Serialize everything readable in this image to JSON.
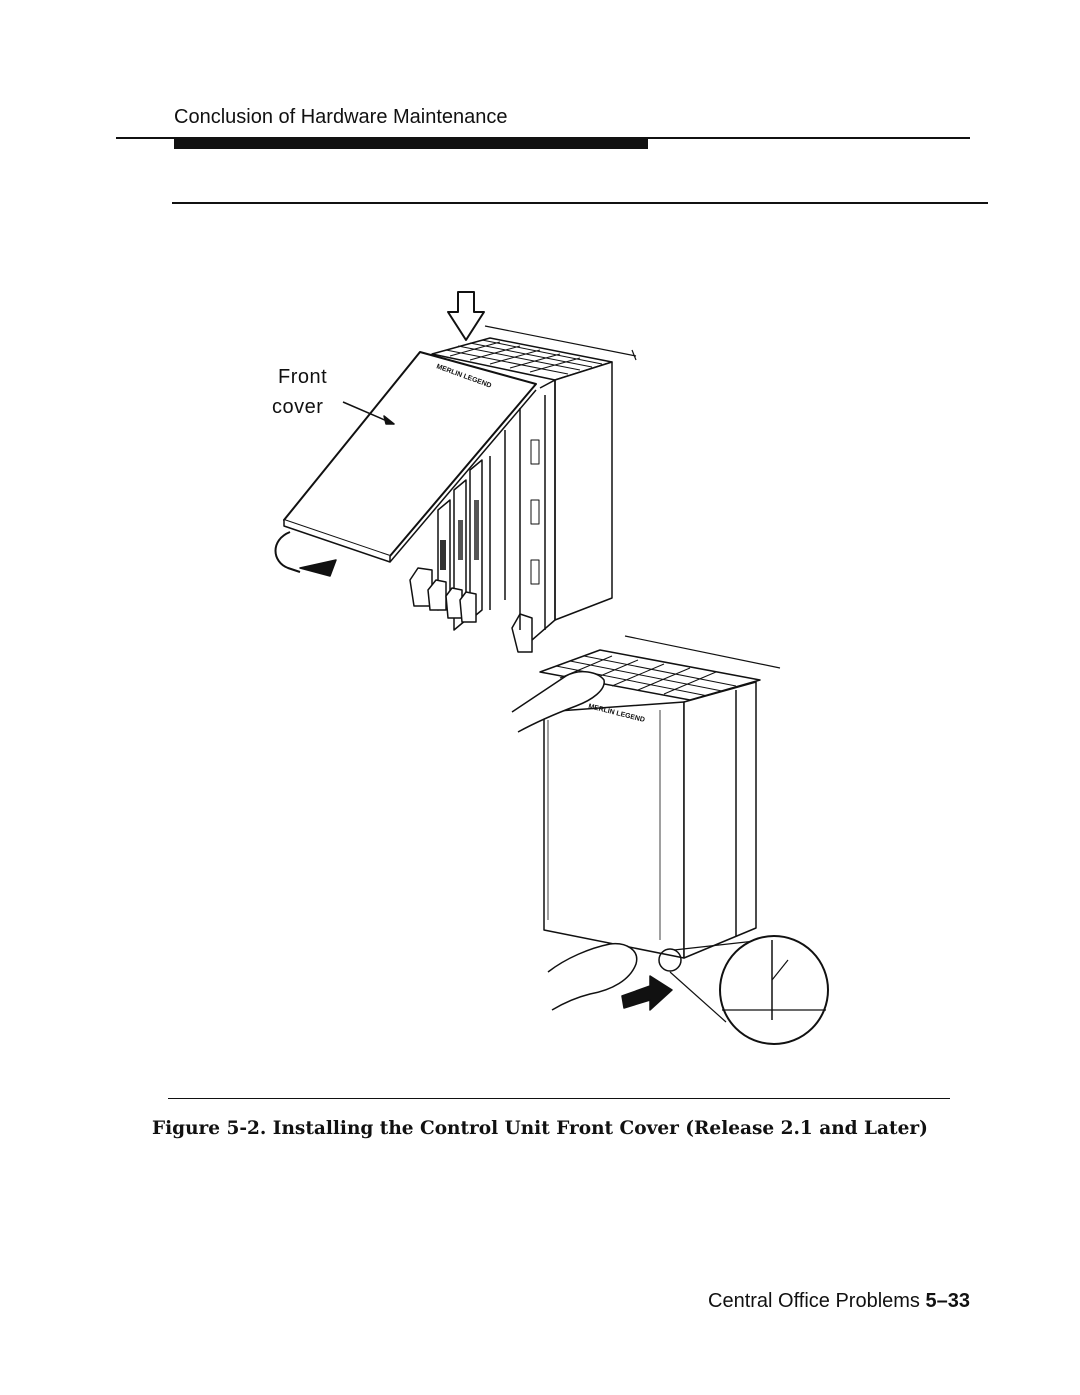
{
  "header": {
    "section_title": "Conclusion of Hardware Maintenance"
  },
  "figure": {
    "label_front": "Front",
    "label_cover": "cover",
    "brand_top": "MERLIN LEGEND",
    "brand_bottom": "MERLIN LEGEND",
    "caption": "Figure 5-2. Installing the Control Unit Front Cover (Release 2.1 and Later)"
  },
  "footer": {
    "chapter_title": "Central Office Problems",
    "page_number": "5–33"
  }
}
